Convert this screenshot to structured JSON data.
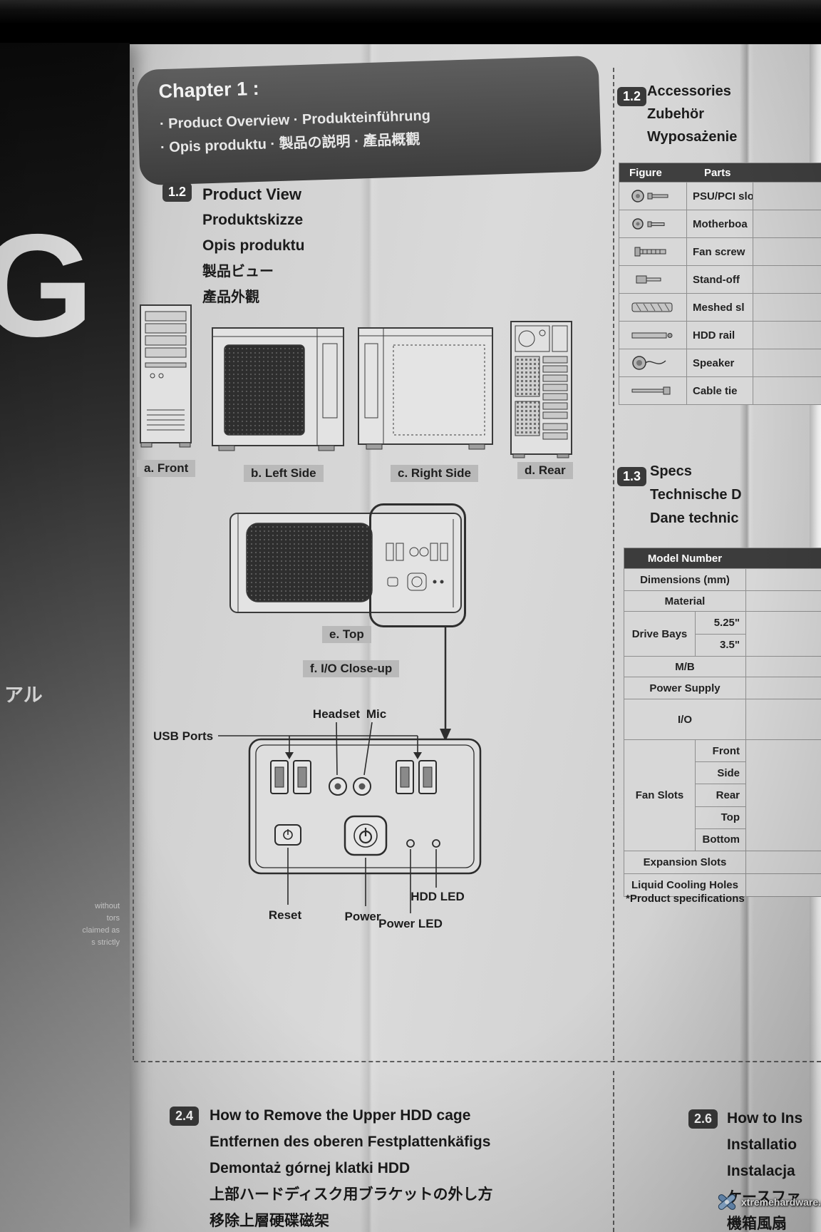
{
  "header": {
    "chapter": "Chapter 1 :",
    "line2": "· Product Overview · Produkteinführung",
    "line3": "· Opis produktu · 製品の説明 · 產品概觀"
  },
  "product_view": {
    "badge": "1.2",
    "titles": [
      "Product View",
      "Produktskizze",
      "Opis produktu",
      "製品ビュー",
      "產品外觀"
    ],
    "view_labels": {
      "front": "a. Front",
      "left": "b. Left Side",
      "right": "c. Right Side",
      "rear": "d. Rear",
      "top": "e. Top",
      "io": "f. I/O Close-up"
    },
    "io": {
      "usb_ports": "USB Ports",
      "headset": "Headset",
      "mic": "Mic",
      "reset": "Reset",
      "power": "Power",
      "hdd_led": "HDD LED",
      "power_led": "Power LED"
    }
  },
  "accessories": {
    "badge": "1.2",
    "titles": [
      "Accessories",
      "Zubehör",
      "Wyposażenie"
    ],
    "col_figure": "Figure",
    "col_parts": "Parts",
    "rows": [
      {
        "part": "PSU/PCI slo",
        "icon": "psu-pci-screws-icon"
      },
      {
        "part": "Motherboa",
        "icon": "motherboard-screws-icon"
      },
      {
        "part": "Fan screw",
        "icon": "fan-screw-icon"
      },
      {
        "part": "Stand-off",
        "icon": "stand-off-icon"
      },
      {
        "part": "Meshed sl",
        "icon": "meshed-slot-icon"
      },
      {
        "part": "HDD rail",
        "icon": "hdd-rail-icon"
      },
      {
        "part": "Speaker",
        "icon": "speaker-icon"
      },
      {
        "part": "Cable tie",
        "icon": "cable-tie-icon"
      }
    ]
  },
  "specs": {
    "badge": "1.3",
    "titles": [
      "Specs",
      "Technische D",
      "Dane technic"
    ],
    "table_header": "Model Number",
    "row_dimensions": "Dimensions (mm)",
    "row_material": "Material",
    "drive_bays": {
      "label": "Drive Bays",
      "subs": [
        "5.25\"",
        "3.5\""
      ]
    },
    "row_mb": "M/B",
    "row_power": "Power Supply",
    "row_io": "I/O",
    "fan_slots": {
      "label": "Fan Slots",
      "subs": [
        "Front",
        "Side",
        "Rear",
        "Top",
        "Bottom"
      ]
    },
    "row_expansion": "Expansion Slots",
    "row_liquid": "Liquid Cooling Holes",
    "footnote": "*Product specifications"
  },
  "section_2_4": {
    "badge": "2.4",
    "lines": [
      "How to Remove the Upper HDD cage",
      "Entfernen des oberen Festplattenkäfigs",
      "Demontaż górnej klatki HDD",
      "上部ハードディスク用ブラケットの外し方",
      "移除上層硬碟磁架"
    ]
  },
  "section_2_6": {
    "badge": "2.6",
    "lines": [
      "How to Ins",
      "Installatio",
      "Instalacja",
      "ケースファ",
      "機箱風扇"
    ]
  },
  "left_panel": {
    "letter": "G",
    "jp": "アル",
    "fragments": [
      "without",
      "tors",
      "claimed as",
      "s strictly"
    ]
  },
  "watermark": {
    "text": "xtremehardware.com"
  }
}
